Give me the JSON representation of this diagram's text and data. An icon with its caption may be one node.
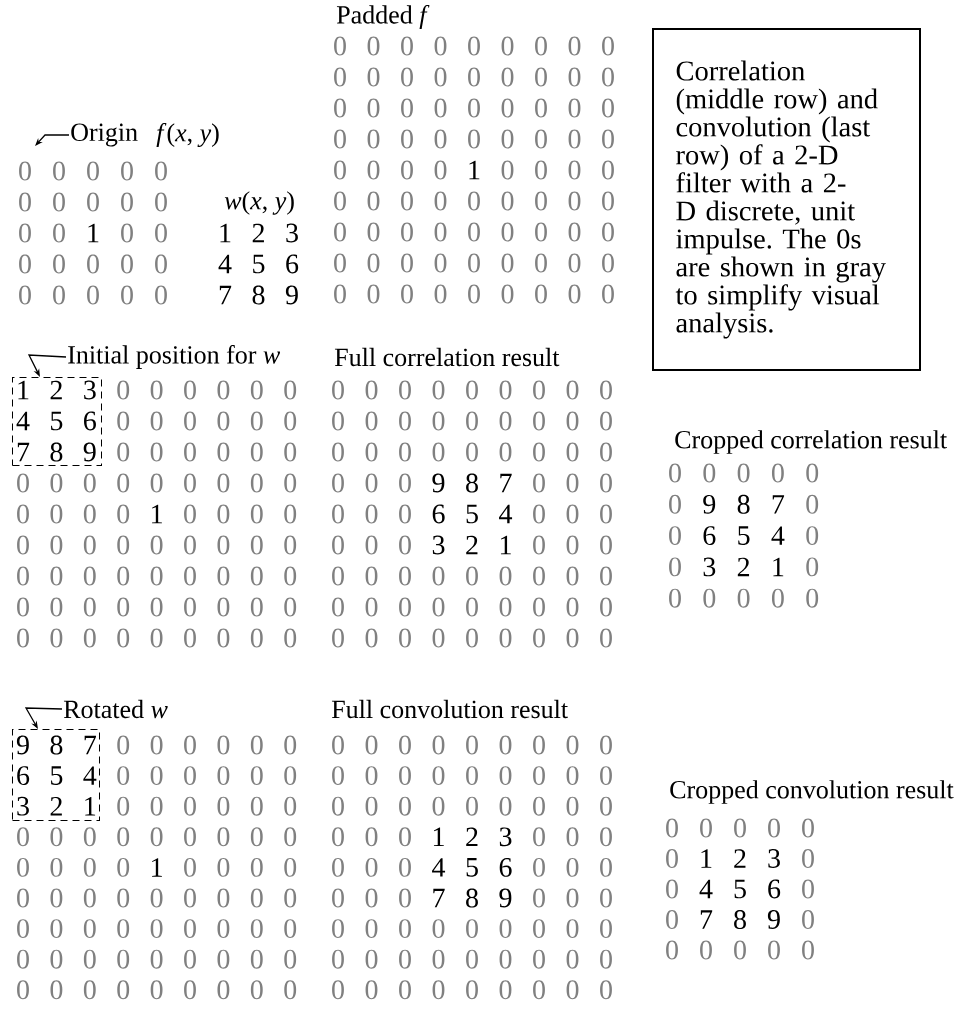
{
  "diagram": {
    "nodes": [
      {
        "text": [
          "Correlation (middle row) and convolution (last row) of a 2-D filter with a 2-D discrete, unit impulse. The 0s are shown in gray to simplify visual analysis."
        ]
      },
      {
        "text": [
          "Origin"
        ]
      },
      {
        "text": [
          "Initial position for *w*"
        ]
      },
      {
        "text": [],
        "shape": "box"
      },
      {
        "text": [
          "Rotated *w*"
        ]
      },
      {
        "text": [],
        "shape": "box"
      }
    ],
    "edges": [
      {
        "from": 1,
        "to": null,
        "arrow": "to"
      },
      {
        "from": 2,
        "to": 3,
        "arrow": "to"
      },
      {
        "from": 4,
        "to": 5,
        "arrow": "to"
      }
    ],
    "labels": [
      "Padded *f*",
      "0",
      "0",
      "0",
      "0",
      "0",
      "0",
      "0",
      "0",
      "0",
      "0",
      "0",
      "0",
      "0",
      "0",
      "0",
      "0",
      "0",
      "0",
      "0",
      "0",
      "0",
      "0",
      "0",
      "0",
      "0",
      "0",
      "0",
      "0",
      "0",
      "0",
      "0",
      "0",
      "0",
      "0",
      "0",
      "0",
      "0",
      "0",
      "0",
      "0",
      "1",
      "0",
      "0",
      "0",
      "0",
      "0",
      "0",
      "0",
      "0",
      "0",
      "0",
      "0",
      "0",
      "0",
      "0",
      "0",
      "0",
      "0",
      "0",
      "0",
      "0",
      "0",
      "0",
      "0",
      "0",
      "0",
      "0",
      "0",
      "0",
      "0",
      "0",
      "0",
      "0",
      "0",
      "0",
      "0",
      "0",
      "0",
      "0",
      "0",
      "0",
      "*f*(*x*, *y*)",
      "0",
      "0",
      "0",
      "0",
      "0",
      "0",
      "0",
      "0",
      "0",
      "0",
      "0",
      "0",
      "1",
      "0",
      "0",
      "0",
      "0",
      "0",
      "0",
      "0",
      "0",
      "0",
      "0",
      "0",
      "0",
      "*w*(*x*, *y*)",
      "1",
      "2",
      "3",
      "4",
      "5",
      "6",
      "7",
      "8",
      "9",
      "1",
      "2",
      "3",
      "0",
      "0",
      "0",
      "0",
      "0",
      "0",
      "4",
      "5",
      "6",
      "0",
      "0",
      "0",
      "0",
      "0",
      "0",
      "7",
      "8",
      "9",
      "0",
      "0",
      "0",
      "0",
      "0",
      "0",
      "0",
      "0",
      "0",
      "0",
      "0",
      "0",
      "0",
      "0",
      "0",
      "0",
      "0",
      "0",
      "0",
      "1",
      "0",
      "0",
      "0",
      "0",
      "0",
      "0",
      "0",
      "0",
      "0",
      "0",
      "0",
      "0",
      "0",
      "0",
      "0",
      "0",
      "0",
      "0",
      "0",
      "0",
      "0",
      "0",
      "0",
      "0",
      "0",
      "0",
      "0",
      "0",
      "0",
      "0",
      "0",
      "0",
      "0",
      "0",
      "0",
      "0",
      "0",
      "0",
      "0",
      "0",
      "Full correlation result",
      "0",
      "0",
      "0",
      "0",
      "0",
      "0",
      "0",
      "0",
      "0",
      "0",
      "0",
      "0",
      "0",
      "0",
      "0",
      "0",
      "0",
      "0",
      "0",
      "0",
      "0",
      "0",
      "0",
      "0",
      "0",
      "0",
      "0",
      "0",
      "0",
      "0",
      "9",
      "8",
      "7",
      "0",
      "0",
      "0",
      "0",
      "0",
      "0",
      "6",
      "5",
      "4",
      "0",
      "0",
      "0",
      "0",
      "0",
      "0",
      "3",
      "2",
      "1",
      "0",
      "0",
      "0",
      "0",
      "0",
      "0",
      "0",
      "0",
      "0",
      "0",
      "0",
      "0",
      "0",
      "0",
      "0",
      "0",
      "0",
      "0",
      "0",
      "0",
      "0",
      "0",
      "0",
      "0",
      "0",
      "0",
      "0",
      "0",
      "0",
      "0",
      "Cropped correlation result",
      "0",
      "0",
      "0",
      "0",
      "0",
      "0",
      "9",
      "8",
      "7",
      "0",
      "0",
      "6",
      "5",
      "4",
      "0",
      "0",
      "3",
      "2",
      "1",
      "0",
      "0",
      "0",
      "0",
      "0",
      "0",
      "9",
      "8",
      "7",
      "0",
      "0",
      "0",
      "0",
      "0",
      "0",
      "6",
      "5",
      "4",
      "0",
      "0",
      "0",
      "0",
      "0",
      "0",
      "3",
      "2",
      "1",
      "0",
      "0",
      "0",
      "0",
      "0",
      "0",
      "0",
      "0",
      "0",
      "0",
      "0",
      "0",
      "0",
      "0",
      "0",
      "0",
      "0",
      "0",
      "0",
      "1",
      "0",
      "0",
      "0",
      "0",
      "0",
      "0",
      "0",
      "0",
      "0",
      "0",
      "0",
      "0",
      "0",
      "0",
      "0",
      "0",
      "0",
      "0",
      "0",
      "0",
      "0",
      "0",
      "0",
      "0",
      "0",
      "0",
      "0",
      "0",
      "0",
      "0",
      "0",
      "0",
      "0",
      "0",
      "0",
      "0",
      "0",
      "0",
      "0",
      "0",
      "Full convolution result",
      "0",
      "0",
      "0",
      "0",
      "0",
      "0",
      "0",
      "0",
      "0",
      "0",
      "0",
      "0",
      "0",
      "0",
      "0",
      "0",
      "0",
      "0",
      "0",
      "0",
      "0",
      "0",
      "0",
      "0",
      "0",
      "0",
      "0",
      "0",
      "0",
      "0",
      "1",
      "2",
      "3",
      "0",
      "0",
      "0",
      "0",
      "0",
      "0",
      "4",
      "5",
      "6",
      "0",
      "0",
      "0",
      "0",
      "0",
      "0",
      "7",
      "8",
      "9",
      "0",
      "0",
      "0",
      "0",
      "0",
      "0",
      "0",
      "0",
      "0",
      "0",
      "0",
      "0",
      "0",
      "0",
      "0",
      "0",
      "0",
      "0",
      "0",
      "0",
      "0",
      "0",
      "0",
      "0",
      "0",
      "0",
      "0",
      "0",
      "0",
      "0",
      "Cropped convolution result",
      "0",
      "0",
      "0",
      "0",
      "0",
      "0",
      "1",
      "2",
      "3",
      "0",
      "0",
      "4",
      "5",
      "6",
      "0",
      "0",
      "7",
      "8",
      "9",
      "0",
      "0",
      "0",
      "0",
      "0",
      "0"
    ]
  }
}
